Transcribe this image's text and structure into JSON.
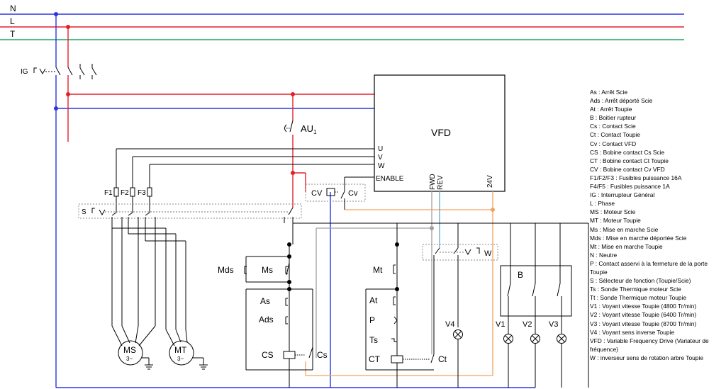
{
  "rails": {
    "n": "N",
    "l": "L",
    "t": "T"
  },
  "components": {
    "ig": "IG",
    "au": "AU",
    "au_sub": "1",
    "vfd": "VFD",
    "vfd_u": "U",
    "vfd_v": "V",
    "vfd_w": "W",
    "vfd_enable": "ENABLE",
    "vfd_fwd": "FWD",
    "vfd_rev": "REV",
    "vfd_24v": "24V",
    "f1": "F1",
    "f2": "F2",
    "f3": "F3",
    "s": "S",
    "cv_coil": "CV",
    "cv_contact": "Cv",
    "w": "W",
    "mds": "Mds",
    "ms": "Ms",
    "as": "As",
    "ads": "Ads",
    "cs_coil": "CS",
    "cs_contact": "Cs",
    "mt": "Mt",
    "at": "At",
    "p": "P",
    "ts": "Ts",
    "ct_coil": "CT",
    "ct_contact": "Ct",
    "v4": "V4",
    "b": "B",
    "v1": "V1",
    "v2": "V2",
    "v3": "V3",
    "motor_ms": "MS",
    "motor_mt": "MT",
    "motor_phase": "3~"
  },
  "legend": [
    "As : Arrêt Scie",
    "Ads : Arrêt déporté Scie",
    "At : Arrêt Toupie",
    "B : Boitier rupteur",
    "Cs : Contact Scie",
    "Ct : Contact Toupie",
    "Cv : Contact VFD",
    "CS : Bobine contact Cs Scie",
    "CT : Bobine contact Ct Toupie",
    "CV : Bobine contact Cv VFD",
    "F1/F2/F3 : Fusibles puissance 16A",
    "F4/F5 : Fusibles puissance 1A",
    "IG : Interrupteur Général",
    "L : Phase",
    "MS : Moteur Scie",
    "MT : Moteur Toupie",
    "Ms : Mise en marche Scie",
    "Mds : Mise en marche déportée Scie",
    "Mt : Mise en marche Toupie",
    "N : Neutre",
    "P : Contact asservi à la fermeture de la porte Toupie",
    "S : Sélecteur de fonction (Toupie/Scie)",
    "Ts : Sonde Thermique moteur Scie",
    "Tt : Sonde Thermique moteur Toupie",
    "V1 : Voyant vitesse Toupie (4800 Tr/min)",
    "V2 : Voyant vitesse Toupie (6400 Tr/min)",
    "V3 : Voyant vitesse Toupie (8700 Tr/min)",
    "V4 : Voyant sens inverse Toupie",
    "VFD : Variable Frequency Drive (Variateur de fréquence)",
    "W : inverseur sens de rotation arbre Toupie"
  ],
  "colors": {
    "neutral": "#2b35e0",
    "phase": "#e2202a",
    "earth": "#21a366",
    "signal_24v": "#f2a360",
    "fwd_line": "#a0a0a0",
    "rev_line": "#5aa7d6",
    "wire": "#000000"
  }
}
